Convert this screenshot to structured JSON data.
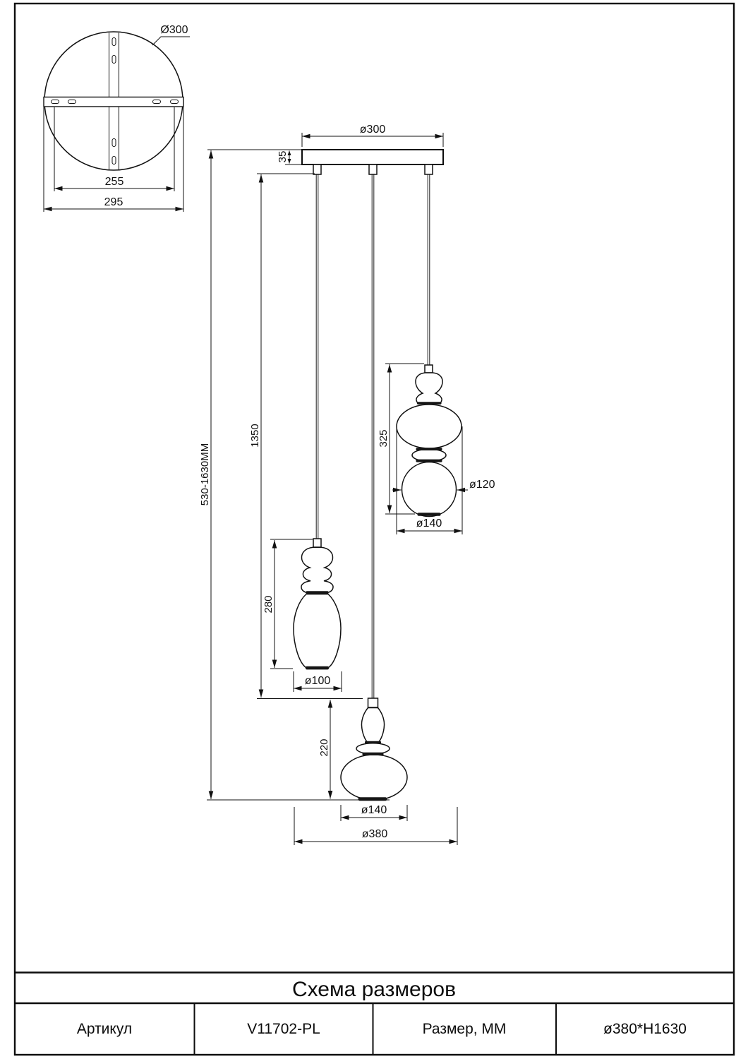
{
  "top_view": {
    "plate_diameter": "Ø300",
    "inner_width": "255",
    "outer_width": "295"
  },
  "elevation": {
    "canopy_diameter": "ø300",
    "canopy_height": "35",
    "overall_height": "530-1630MM",
    "cord_length": "1350",
    "pendant_top": {
      "height": "325",
      "sphere_diameter": "ø120",
      "body_diameter": "ø140"
    },
    "pendant_middle": {
      "height": "280",
      "body_diameter": "ø100"
    },
    "pendant_bottom": {
      "height": "220",
      "body_diameter": "ø140",
      "overall_diameter": "ø380"
    }
  },
  "title_block": {
    "title": "Схема размеров",
    "article_label": "Артикул",
    "article_value": "V11702-PL",
    "size_label": "Размер, ММ",
    "size_value": "ø380*H1630"
  }
}
